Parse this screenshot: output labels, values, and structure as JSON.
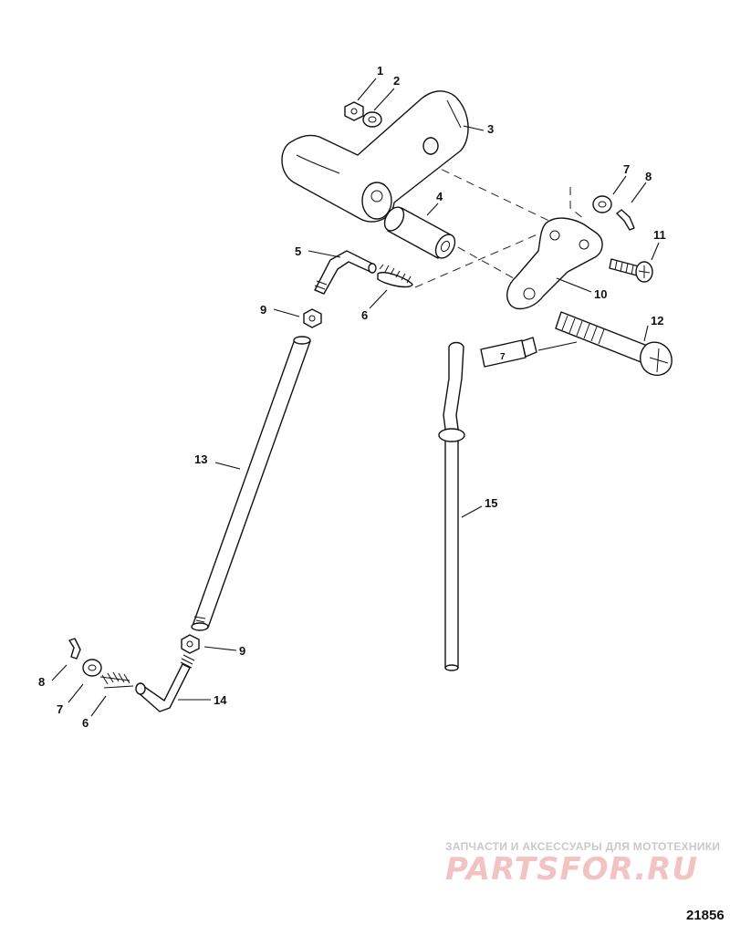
{
  "diagram": {
    "callouts": {
      "c1": "1",
      "c2": "2",
      "c3": "3",
      "c4": "4",
      "c5": "5",
      "c6a": "6",
      "c7a": "7",
      "c8a": "8",
      "c9a": "9",
      "c10": "10",
      "c11": "11",
      "c12": "12",
      "c13": "13",
      "c15": "15",
      "c9b": "9",
      "c8b": "8",
      "c7b": "7",
      "c6b": "6",
      "c14": "14",
      "tube": "7"
    },
    "drawing_number": "21856"
  },
  "watermark": {
    "tagline": "ЗАПЧАСТИ И АКСЕССУАРЫ ДЛЯ МОТОТЕХНИКИ",
    "logo": "PARTSFOR.RU"
  },
  "colors": {
    "line": "#111111",
    "watermark_text": "#c9c9c9",
    "watermark_logo": "#f2c3c3"
  }
}
